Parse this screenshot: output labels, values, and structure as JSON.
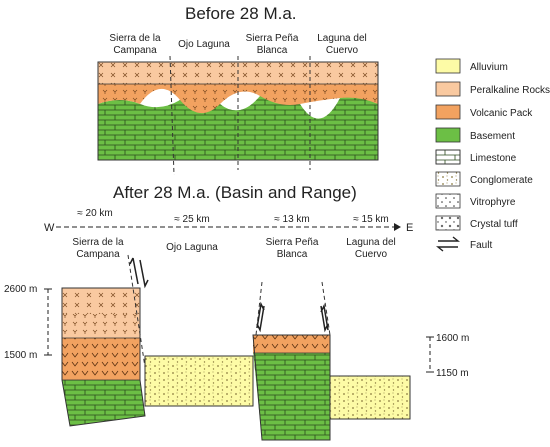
{
  "titles": {
    "before": "Before 28 M.a.",
    "after": "After  28 M.a. (Basin and Range)"
  },
  "top_labels": [
    [
      "Sierra de la",
      "Campana"
    ],
    [
      "Ojo Laguna"
    ],
    [
      "Sierra Peña",
      "Blanca"
    ],
    [
      "Laguna del",
      "Cuervo"
    ]
  ],
  "transect": {
    "west": "W",
    "east": "E",
    "distances": [
      "≈ 20 km",
      "≈ 25 km",
      "≈ 13 km",
      "≈ 15 km"
    ]
  },
  "bottom_labels": [
    [
      "Sierra de la",
      "Campana"
    ],
    [
      "Ojo Laguna"
    ],
    [
      "Sierra Peña",
      "Blanca"
    ],
    [
      "Laguna del",
      "Cuervo"
    ]
  ],
  "elevations": {
    "left_top": "2600 m",
    "left_bottom": "1500 m",
    "right_top": "1600 m",
    "right_bottom": "1150 m"
  },
  "legend": [
    {
      "label": "Alluvium",
      "color": "#fdfba6",
      "pattern": "plain"
    },
    {
      "label": "Peralkaline Rocks",
      "color": "#f9c9a0",
      "pattern": "plain"
    },
    {
      "label": "Volcanic Pack",
      "color": "#f2a260",
      "pattern": "plain"
    },
    {
      "label": "Basement",
      "color": "#6cbf45",
      "pattern": "plain"
    },
    {
      "label": "Limestone",
      "color": "#ffffff",
      "pattern": "brick"
    },
    {
      "label": "Conglomerate",
      "color": "#ffffff",
      "pattern": "dots"
    },
    {
      "label": "Vitrophyre",
      "color": "#ffffff",
      "pattern": "vdots"
    },
    {
      "label": "Crystal tuff",
      "color": "#ffffff",
      "pattern": "xdots"
    },
    {
      "label": "Fault",
      "color": "#ffffff",
      "pattern": "fault"
    }
  ],
  "colors": {
    "alluvium": "#fdfba6",
    "peralkaline": "#f9c9a0",
    "volcanic": "#f2a260",
    "basement": "#6cbf45"
  }
}
